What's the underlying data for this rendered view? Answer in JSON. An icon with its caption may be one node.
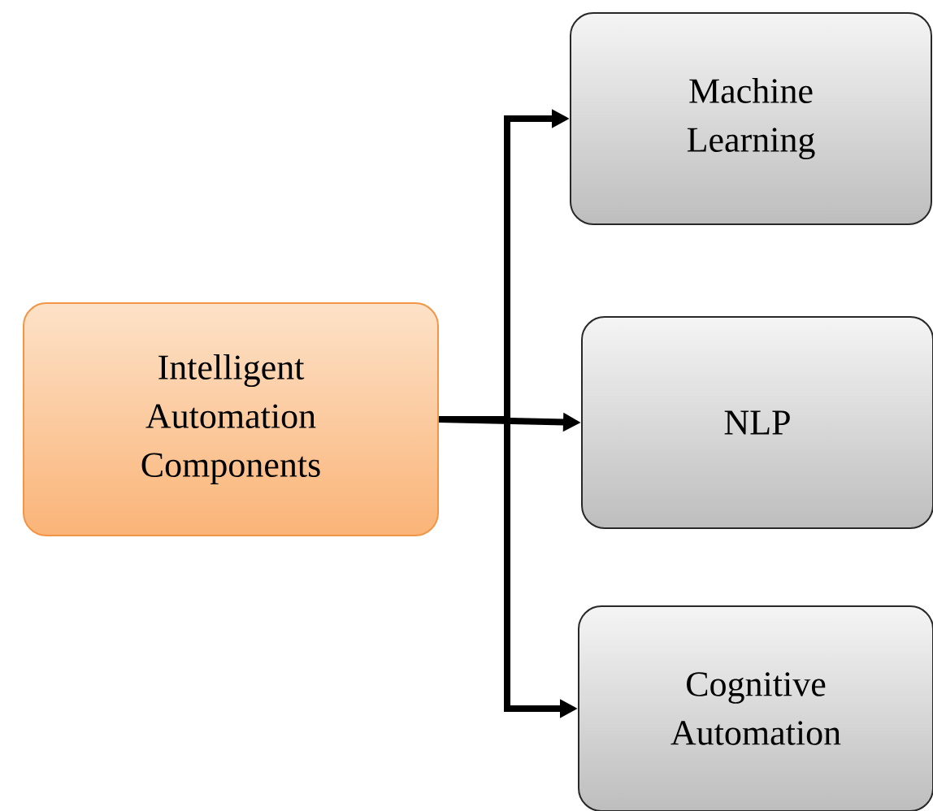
{
  "diagram": {
    "nodes": [
      {
        "text": [
          "Intelligent Automation Components"
        ]
      },
      {
        "text": [
          "Machine Learning"
        ]
      },
      {
        "text": [
          "NLP"
        ]
      },
      {
        "text": [
          "Cognitive Automation"
        ]
      }
    ],
    "edges": [
      {
        "from": 0,
        "to": 1,
        "arrow": "to"
      },
      {
        "from": 0,
        "to": 2,
        "arrow": "to"
      },
      {
        "from": 0,
        "to": 3,
        "arrow": "to"
      }
    ]
  }
}
